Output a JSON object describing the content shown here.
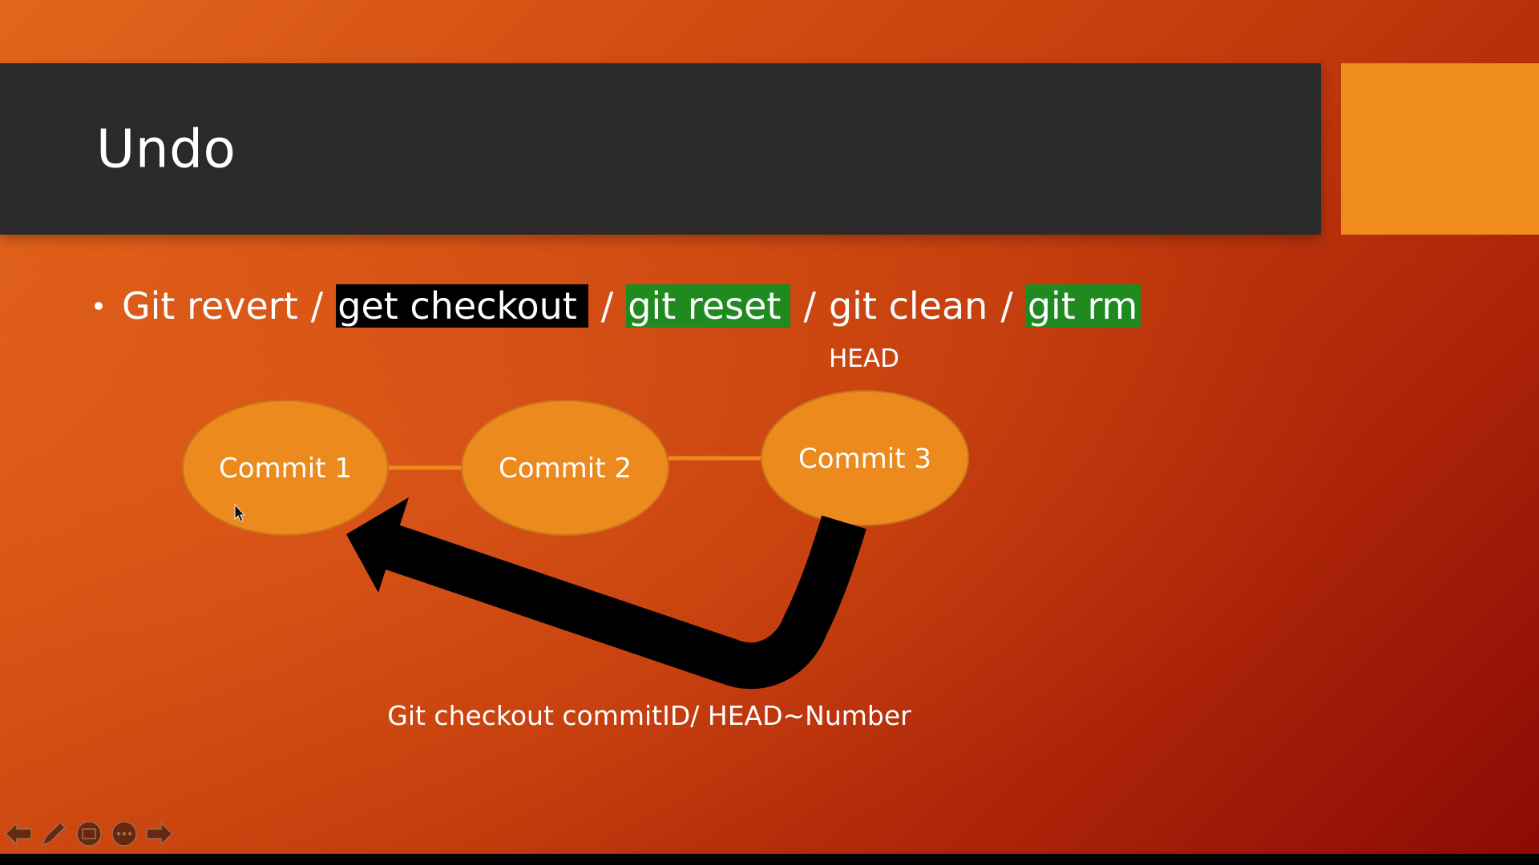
{
  "slide": {
    "title": "Undo",
    "bullet": {
      "items": [
        {
          "text": "Git revert",
          "highlight": "none"
        },
        {
          "text": "get checkout",
          "highlight": "black"
        },
        {
          "text": "git reset",
          "highlight": "green"
        },
        {
          "text": "git clean",
          "highlight": "none"
        },
        {
          "text": "git rm",
          "highlight": "green"
        }
      ],
      "separator": "/"
    },
    "diagram": {
      "head_label": "HEAD",
      "commits": [
        "Commit 1",
        "Commit 2",
        "Commit 3"
      ],
      "caption": "Git checkout commitID/ HEAD~Number"
    }
  },
  "nav": {
    "icons": [
      "arrow-left-icon",
      "pen-icon",
      "slide-overview-icon",
      "more-options-icon",
      "arrow-right-icon"
    ]
  },
  "colors": {
    "title_bar": "#2a2a2a",
    "accent": "#ef8c1c",
    "node_fill": "#ec8a1d",
    "highlight_black": "#000000",
    "highlight_green": "#1e8a20",
    "arrow": "#000000"
  }
}
